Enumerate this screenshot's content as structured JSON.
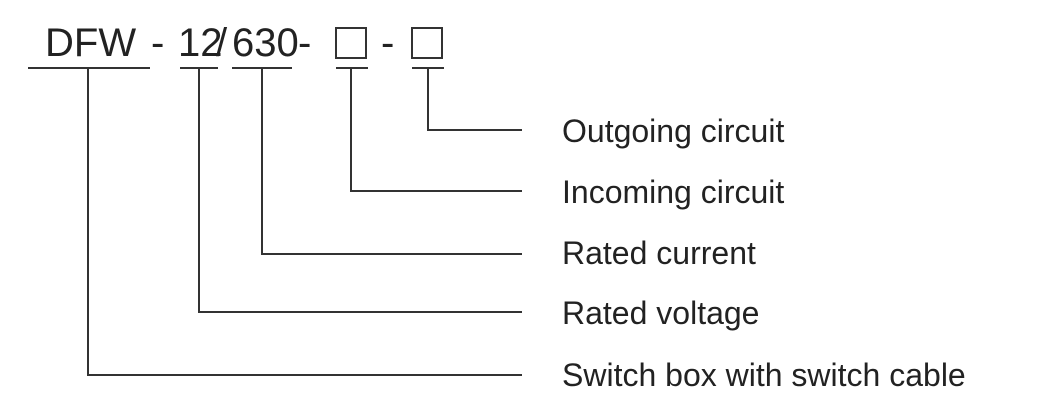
{
  "code": {
    "prefix": "DFW",
    "sep1": "-",
    "voltage": "12",
    "slash": "/",
    "current": "630",
    "sep2": "-",
    "sep3": "-"
  },
  "labels": {
    "outgoing": "Outgoing circuit",
    "incoming": "Incoming circuit",
    "rated_current": "Rated current",
    "rated_voltage": "Rated voltage",
    "switch_box": "Switch box with switch cable"
  }
}
